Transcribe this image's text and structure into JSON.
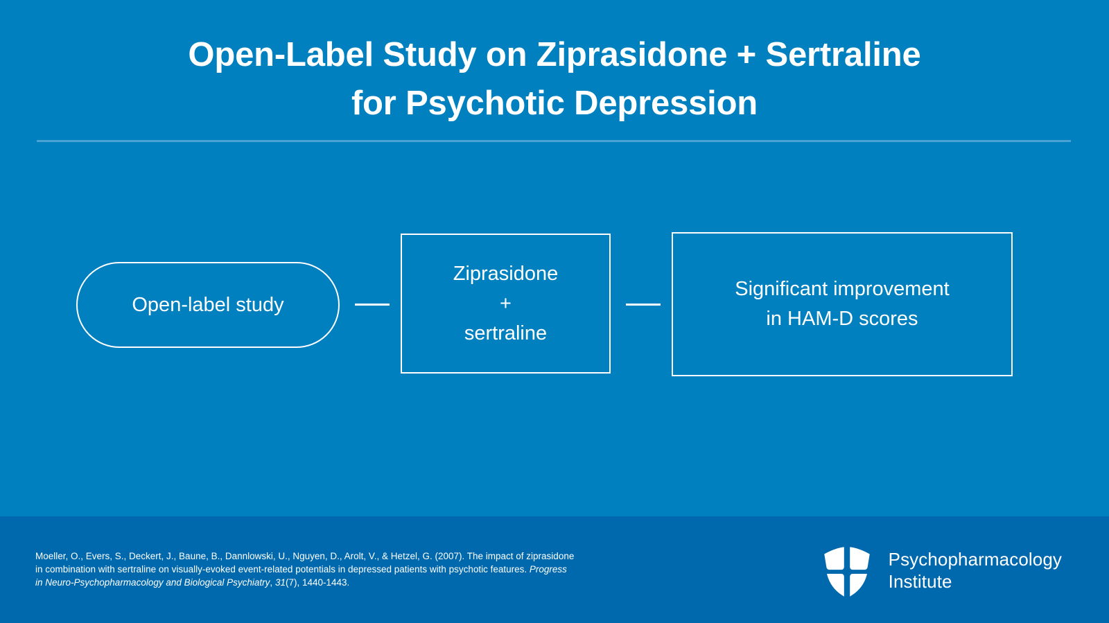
{
  "slide": {
    "background_color": "#0080bf",
    "footer_color": "#0069ad",
    "accent_color": "#ffffff",
    "divider_color": "#4ba3d3"
  },
  "title": {
    "line1": "Open-Label Study on Ziprasidone + Sertraline",
    "line2": "for Psychotic Depression"
  },
  "diagram": {
    "nodes": [
      {
        "shape": "pill",
        "label": "Open-label study"
      },
      {
        "shape": "rectangle",
        "line1": "Ziprasidone",
        "line2": "+",
        "line3": "sertraline"
      },
      {
        "shape": "rectangle",
        "line1": "Significant improvement",
        "line2": "in HAM-D scores"
      }
    ],
    "connector_icon": "horizontal-line-connector"
  },
  "footer": {
    "citation": {
      "authors_year": "Moeller, O., Evers, S., Deckert, J., Baune, B., Dannlowski, U., Nguyen, D., Arolt, V., & Hetzel, G. (2007).",
      "article_title": "The impact of ziprasidone in combination with sertraline on visually-evoked event-related potentials in depressed patients with psychotic features.",
      "journal": "Progress in Neuro-Psychopharmacology and Biological Psychiatry",
      "volume": "31",
      "issue": "(7),",
      "pages": "1440-1443."
    },
    "logo": {
      "mark_icon": "shield-cross-logo-icon",
      "name_line1": "Psychopharmacology",
      "name_line2": "Institute"
    }
  }
}
